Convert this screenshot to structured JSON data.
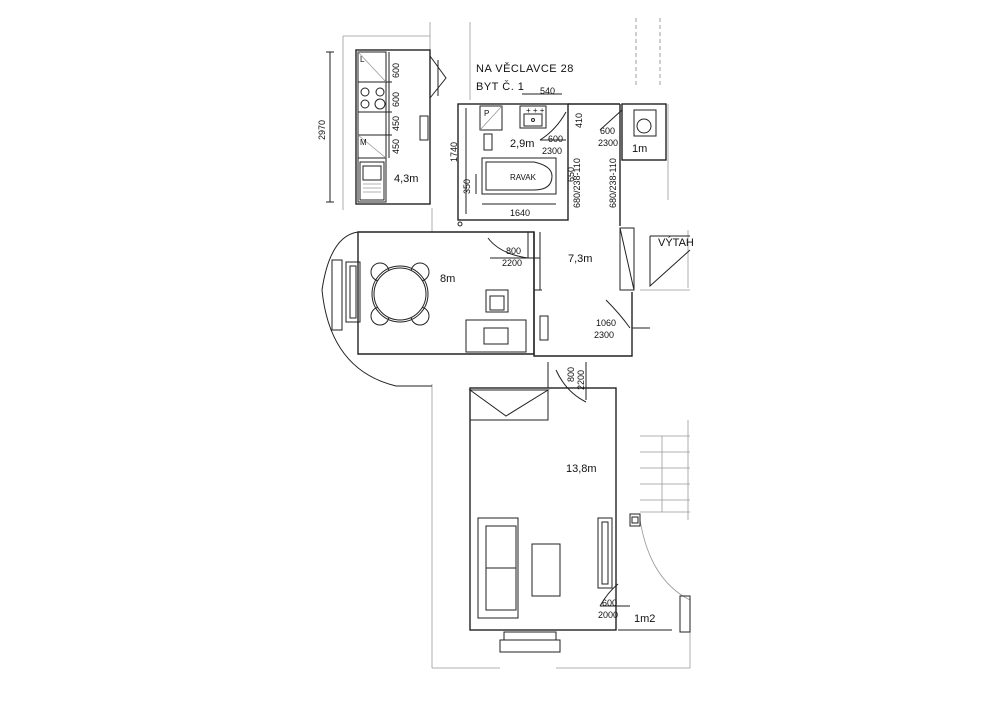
{
  "title": {
    "line1": "NA VĚCLAVCE 28",
    "line2": "BYT Č. 1"
  },
  "rooms": {
    "kitchen": "4,3m",
    "bathroom": "2,9m",
    "wc": "1m",
    "dining": "8m",
    "hall": "7,3m",
    "living": "13,8m",
    "closet": "1m2",
    "exit": "VÝTAH"
  },
  "dims": {
    "kitchen_length": "2970",
    "kitchen_seg1": "600",
    "kitchen_seg2": "600",
    "kitchen_seg3": "450",
    "kitchen_seg4": "450",
    "bath_top": "540",
    "bath_410": "410",
    "bath_1740": "1740",
    "bath_350": "350",
    "bath_650": "650",
    "bath_1640": "1640",
    "bath_door_w": "600",
    "bath_door_h": "2300",
    "wc_door_w": "600",
    "wc_door_h": "2300",
    "niche": "680/238-110",
    "niche2": "680/238-110",
    "dining_door_w": "800",
    "dining_door_h": "2200",
    "entry_door_w": "1060",
    "entry_door_h": "2300",
    "living_door_w": "800",
    "living_door_h": "2200",
    "closet_door_w": "600",
    "closet_door_h": "2000"
  },
  "fixtures": {
    "sink_label": "L",
    "fridge_label": "M",
    "bath_label": "P",
    "tub_text": "RAVAK"
  }
}
